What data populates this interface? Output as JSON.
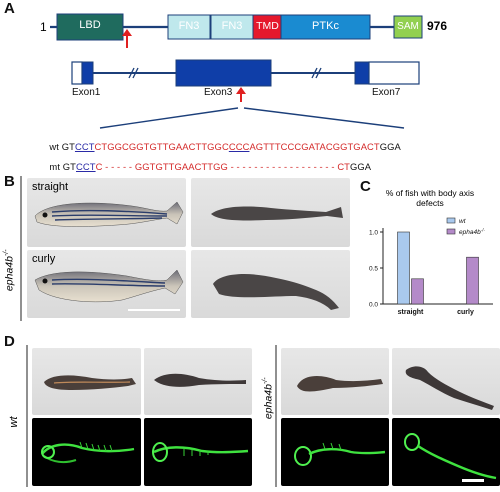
{
  "panels": {
    "A": "A",
    "B": "B",
    "C": "C",
    "D": "D"
  },
  "domain_map": {
    "start": "1",
    "end": "976",
    "domains": [
      {
        "label": "LBD",
        "color": "#1f6b5e",
        "text": "#ffffff"
      },
      {
        "label": "FN3",
        "color": "#bfe8ec",
        "text": "#ffffff"
      },
      {
        "label": "FN3",
        "color": "#bfe8ec",
        "text": "#ffffff"
      },
      {
        "label": "TMD",
        "color": "#e5182c",
        "text": "#ffffff"
      },
      {
        "label": "PTKc",
        "color": "#1a8bd1",
        "text": "#ffffff"
      },
      {
        "label": "SAM",
        "color": "#92d050",
        "text": "#ffffff"
      }
    ]
  },
  "exons": {
    "exon1": "Exon1",
    "exon3": "Exon3",
    "exon7": "Exon7"
  },
  "sequence": {
    "wt_label": "wt",
    "wt_gt": "GT",
    "wt_cct": "CCT",
    "wt_mid1": "CTGGCGGTGTTGAACTTGGC",
    "wt_ccc": "CCC",
    "wt_mid2": "AGTTTCCCGATACGGTGACT",
    "wt_tail": "GGA",
    "mt_label": "mt",
    "mt_gt": "GT",
    "mt_cct": "CCT",
    "mt_c": "C",
    "mt_dash1": "- - - - -",
    "mt_mid": "GGTGTTGAACTTGG",
    "mt_dash2": "- - - - - - - - - - - - - - - - - -",
    "mt_ct": "CT",
    "mt_tail": "GGA"
  },
  "panel_b": {
    "genotype": "epha4b",
    "genotype_sup": "-/-",
    "straight": "straight",
    "curly": "curly"
  },
  "panel_d": {
    "wt": "wt",
    "genotype": "epha4b",
    "genotype_sup": "-/-"
  },
  "chart_data": {
    "type": "bar",
    "title": "% of fish with body axis defects",
    "categories": [
      "straight",
      "curly"
    ],
    "ylim": [
      0,
      1.0
    ],
    "yticks": [
      "0.0",
      "0.5",
      "1.0"
    ],
    "series": [
      {
        "name": "wt",
        "color": "#a9c9ee",
        "values": [
          1.0,
          0.0
        ]
      },
      {
        "name": "epha4b",
        "name_sup": "-/-",
        "color": "#b48ac9",
        "values": [
          0.35,
          0.65
        ]
      }
    ]
  }
}
